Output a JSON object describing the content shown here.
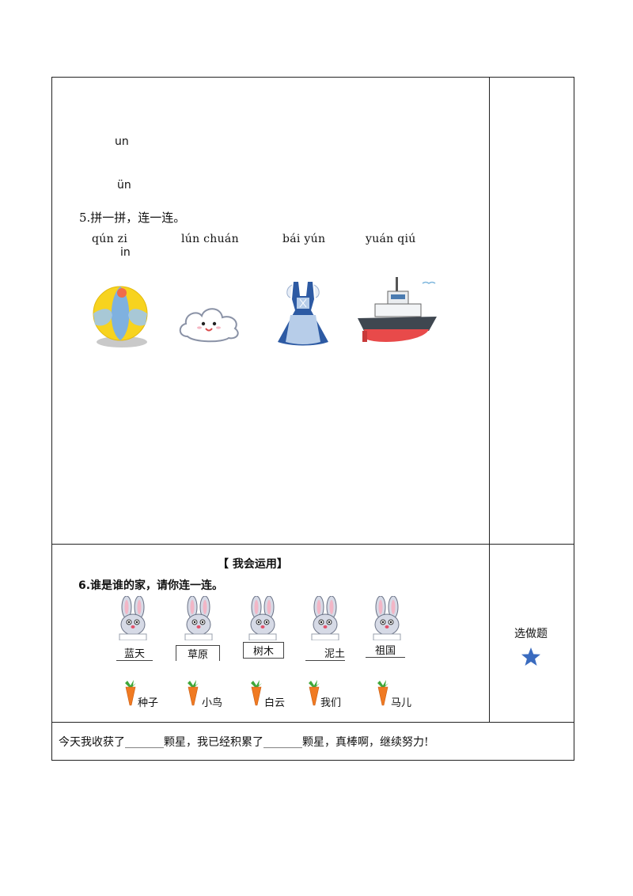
{
  "top_section": {
    "rhyme_un": "un",
    "rhyme_un_umlaut": "ün",
    "rhyme_in": "in",
    "q5_title": "5.拼一拼，连一连。",
    "pinyin": [
      "qún zi",
      "lún  chuán",
      "bái yún",
      "yuán qiú"
    ],
    "images": [
      "ball",
      "cloud",
      "dress",
      "ship"
    ]
  },
  "apply_section": {
    "heading": "【  我会运用】",
    "q6_title": "6.谁是谁的家，请你连一连。",
    "rabbit_labels": [
      "蓝天",
      "草原",
      "树木",
      "泥土",
      "祖国"
    ],
    "carrot_labels": [
      "种子",
      "小鸟",
      "白云",
      "我们",
      "马儿"
    ]
  },
  "side": {
    "optional_label": "选做题",
    "star_icon": "star-icon"
  },
  "footer": {
    "summary": "今天我收获了_______颗星，我已经积累了_______颗星，真棒啊，继续努力!"
  },
  "colors": {
    "star": "#3a6bbf",
    "carrot": "#f07a22",
    "leaf": "#3fa83a"
  }
}
